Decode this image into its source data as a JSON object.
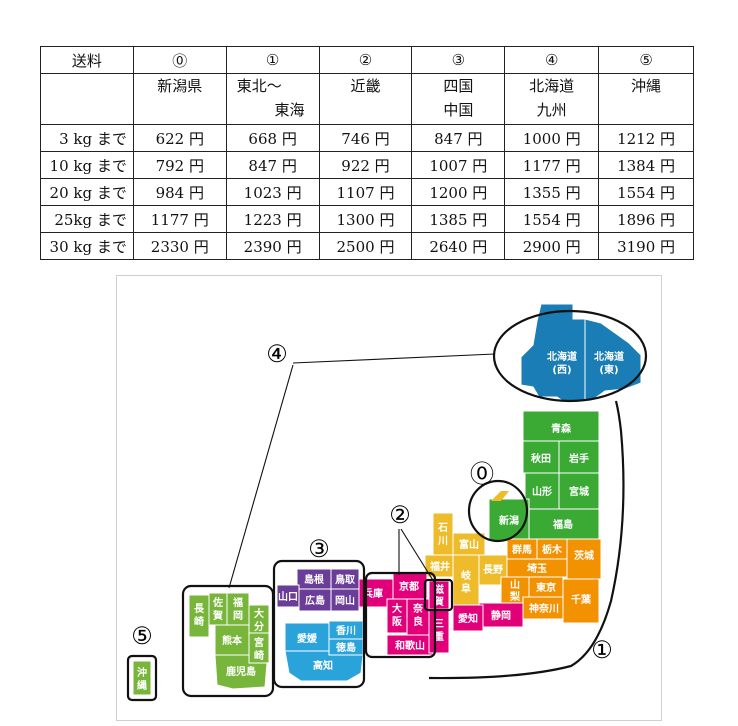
{
  "table": {
    "corner_header": "送料",
    "zones": [
      {
        "symbol": "⓪",
        "region_lines": [
          "新潟県"
        ]
      },
      {
        "symbol": "①",
        "region_lines": [
          "東北〜",
          "東海"
        ]
      },
      {
        "symbol": "②",
        "region_lines": [
          "近畿"
        ]
      },
      {
        "symbol": "③",
        "region_lines": [
          "四国",
          "中国"
        ]
      },
      {
        "symbol": "④",
        "region_lines": [
          "北海道",
          "九州"
        ]
      },
      {
        "symbol": "⑤",
        "region_lines": [
          "沖縄"
        ]
      }
    ],
    "rows": [
      {
        "weight": "3 kg まで",
        "prices": [
          "622 円",
          "668 円",
          "746 円",
          "847 円",
          "1000 円",
          "1212 円"
        ]
      },
      {
        "weight": "10 kg まで",
        "prices": [
          "792 円",
          "847 円",
          "922 円",
          "1007 円",
          "1177 円",
          "1384 円"
        ]
      },
      {
        "weight": "20 kg まで",
        "prices": [
          "984 円",
          "1023 円",
          "1107 円",
          "1200 円",
          "1355 円",
          "1554 円"
        ]
      },
      {
        "weight": "25kg まで",
        "prices": [
          "1177 円",
          "1223 円",
          "1300 円",
          "1385 円",
          "1554 円",
          "1896 円"
        ]
      },
      {
        "weight": "30 kg まで",
        "prices": [
          "2330 円",
          "2390 円",
          "2500 円",
          "2640 円",
          "2900 円",
          "3190 円"
        ]
      }
    ]
  },
  "map": {
    "zone_labels": {
      "z0": "⓪",
      "z1": "①",
      "z2": "②",
      "z3": "③",
      "z4": "④",
      "z5": "⑤"
    },
    "colors": {
      "hokkaido": "#1a7db5",
      "tohoku": "#3aaa35",
      "kanto": "#f39200",
      "chubu": "#eebb2a",
      "kinki": "#e2007a",
      "chugoku": "#6a3d98",
      "shikoku": "#2aa3db",
      "kyushu": "#78b63b",
      "line": "#111111"
    },
    "prefectures": {
      "hokkaido_west": [
        "北海道",
        "(西)"
      ],
      "hokkaido_east": [
        "北海道",
        "(東)"
      ],
      "aomori": "青森",
      "akita": "秋田",
      "iwate": "岩手",
      "yamagata": "山形",
      "miyagi": "宮城",
      "niigata": "新潟",
      "fukushima": "福島",
      "ishikawa": [
        "石",
        "川"
      ],
      "toyama": "富山",
      "fukui": "福井",
      "gunma": "群馬",
      "tochigi": "栃木",
      "ibaraki": "茨城",
      "nagano": "長野",
      "saitama": "埼玉",
      "gifu": [
        "岐",
        "阜"
      ],
      "yamanashi": [
        "山",
        "梨"
      ],
      "tokyo": "東京",
      "kanagawa": "神奈川",
      "chiba": "千葉",
      "aichi": "愛知",
      "shizuoka": "静岡",
      "mie": [
        "三",
        "重"
      ],
      "shiga": [
        "滋",
        "賀"
      ],
      "kyoto": "京都",
      "hyogo": "兵庫",
      "osaka": [
        "大",
        "阪"
      ],
      "nara": [
        "奈",
        "良"
      ],
      "wakayama": "和歌山",
      "shimane": "島根",
      "tottori": "鳥取",
      "yamaguchi": "山口",
      "hiroshima": "広島",
      "okayama": "岡山",
      "ehime": "愛媛",
      "kagawa": "香川",
      "tokushima": "徳島",
      "kochi": "高知",
      "saga": [
        "佐",
        "賀"
      ],
      "fukuoka": [
        "福",
        "岡"
      ],
      "nagasaki": [
        "長",
        "崎"
      ],
      "oita": [
        "大",
        "分"
      ],
      "kumamoto": "熊本",
      "miyazaki": [
        "宮",
        "崎"
      ],
      "kagoshima": "鹿児島",
      "okinawa": [
        "沖",
        "縄"
      ]
    }
  }
}
